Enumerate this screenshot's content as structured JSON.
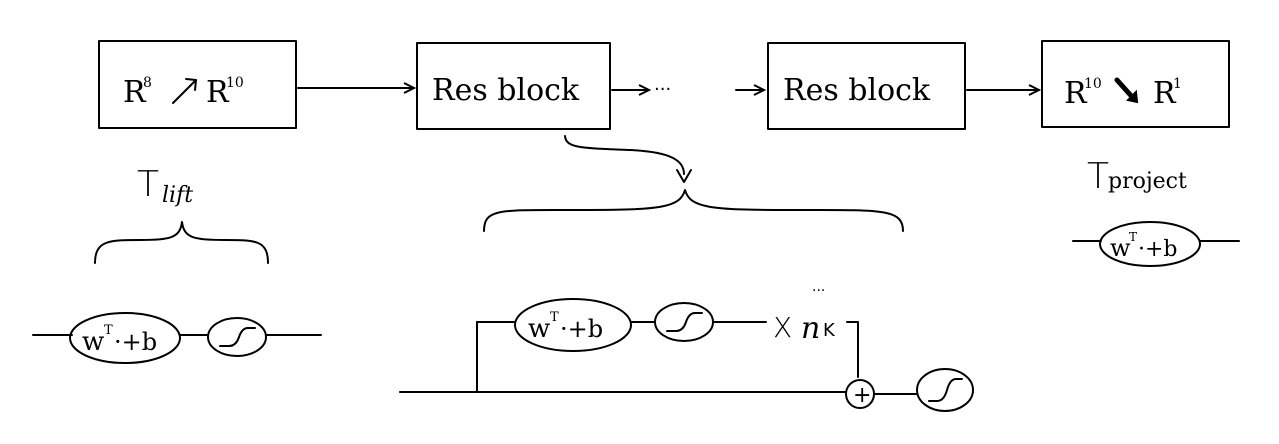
{
  "blocks": {
    "lift": {
      "dim_from": "R",
      "exp_from": "8",
      "dim_to": "R",
      "exp_to": "10"
    },
    "res1": {
      "label": "Res block"
    },
    "ellipsis": "···",
    "res2": {
      "label": "Res block"
    },
    "project": {
      "dim_from": "R",
      "exp_from": "10",
      "dim_to": "R",
      "exp_to": "1"
    }
  },
  "labels": {
    "lift": {
      "main": "T",
      "sub": "lift"
    },
    "project": {
      "main": "T",
      "sub": "project"
    }
  },
  "ops": {
    "affine": {
      "w": "w",
      "sup": "T",
      "rest": "·+b"
    },
    "plus": "+",
    "repeat_dots": "···",
    "repeat": {
      "times": "X",
      "count": "n",
      "count_sub": "K"
    }
  },
  "icons": [
    "sigmoid-icon",
    "plus-icon",
    "arrow-icon"
  ]
}
